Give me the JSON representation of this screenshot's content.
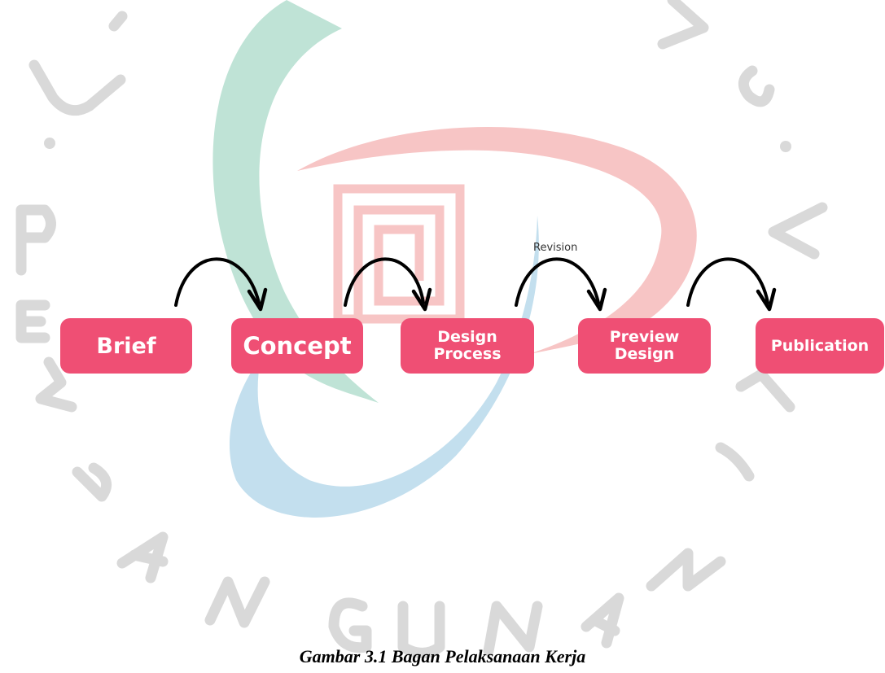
{
  "steps": [
    {
      "label": "Brief"
    },
    {
      "label": "Concept"
    },
    {
      "label": "Design\nProcess"
    },
    {
      "label": "Preview\nDesign"
    },
    {
      "label": "Publication"
    }
  ],
  "revision_label": "Revision",
  "caption": "Gambar 3.1 Bagan Pelaksanaan Kerja",
  "watermark": {
    "letters": "UNIVERSITAS PEMBANGUNAN JAYA"
  },
  "colors": {
    "step_fill": "#ef4f74",
    "step_text": "#ffffff",
    "arrow": "#000000",
    "logo_green": "#bfe3d6",
    "logo_pink": "#f7c5c5",
    "logo_blue": "#c3dfee",
    "watermark_letters": "#d9d9d9"
  }
}
